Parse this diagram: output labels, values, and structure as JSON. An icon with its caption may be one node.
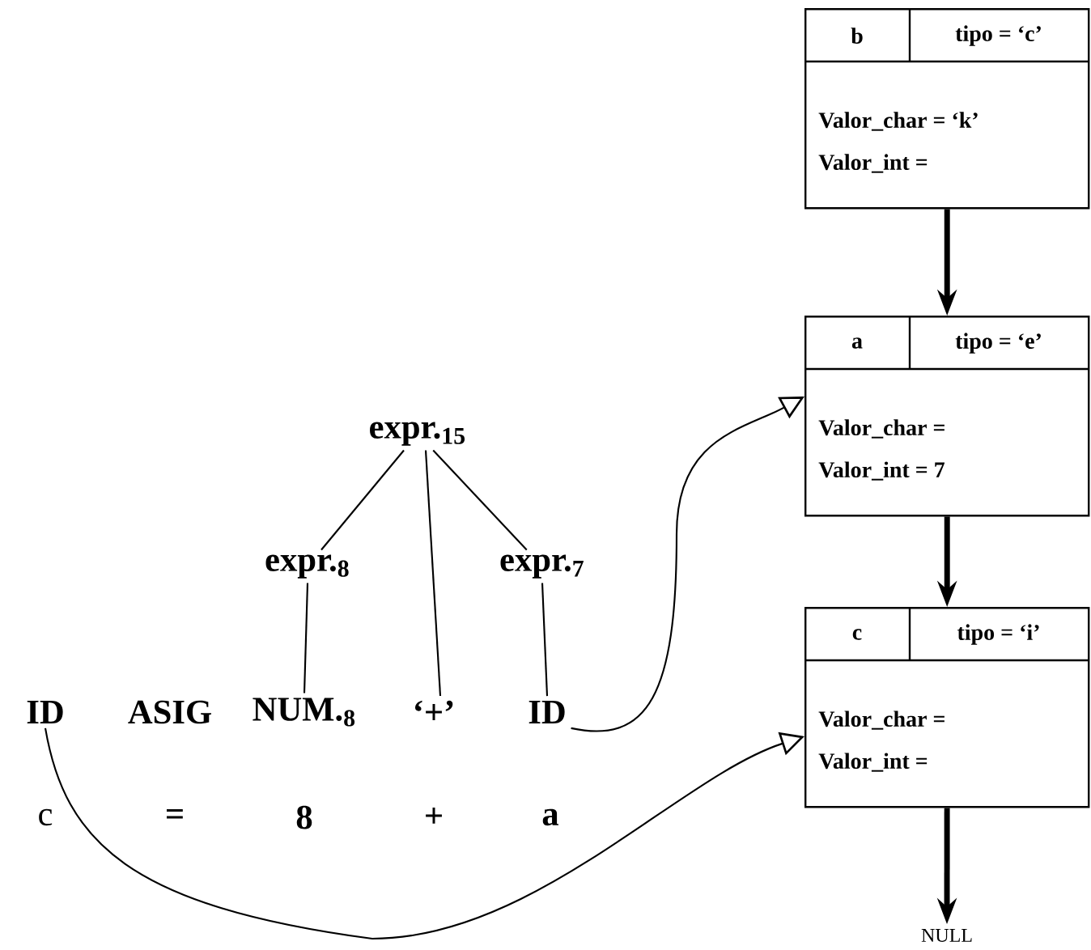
{
  "diagram": {
    "nodes": [
      {
        "text": [
          "expr.$_{15}$"
        ]
      },
      {
        "text": [
          "expr.$_{8}$"
        ]
      },
      {
        "text": [
          "expr.$_{7}$"
        ]
      },
      {
        "text": [
          "ID"
        ]
      },
      {
        "text": [
          "ASIG"
        ]
      },
      {
        "text": [
          "NUM.$_{8}$"
        ]
      },
      {
        "text": [
          "‘+’"
        ]
      },
      {
        "text": [
          "ID"
        ]
      },
      {
        "text": [
          "b",
          "tipo = ‘c’",
          "Valor_char = ‘k’",
          "Valor_int ="
        ]
      },
      {
        "text": [
          "a",
          "tipo = ‘e’",
          "Valor_char =",
          "Valor_int = 7"
        ]
      },
      {
        "text": [
          "c",
          "tipo = ‘i’",
          "Valor_char =",
          "Valor_int ="
        ]
      },
      {
        "text": [
          "NULL"
        ]
      }
    ],
    "edges": [
      {
        "from": 0,
        "to": 1,
        "arrow": "none"
      },
      {
        "from": 0,
        "to": 6,
        "arrow": "none"
      },
      {
        "from": 0,
        "to": 2,
        "arrow": "none"
      },
      {
        "from": 1,
        "to": 5,
        "arrow": "none"
      },
      {
        "from": 2,
        "to": 7,
        "arrow": "none"
      },
      {
        "from": 7,
        "to": 9,
        "arrow": "to"
      },
      {
        "from": 3,
        "to": 10,
        "arrow": "to"
      },
      {
        "from": 8,
        "to": 9,
        "arrow": "to",
        "style": "thick"
      },
      {
        "from": 9,
        "to": 10,
        "arrow": "to",
        "style": "thick"
      },
      {
        "from": 10,
        "to": 11,
        "arrow": "to",
        "style": "thick"
      }
    ],
    "labels": [
      "c",
      "=",
      "8",
      "+",
      "a"
    ]
  }
}
